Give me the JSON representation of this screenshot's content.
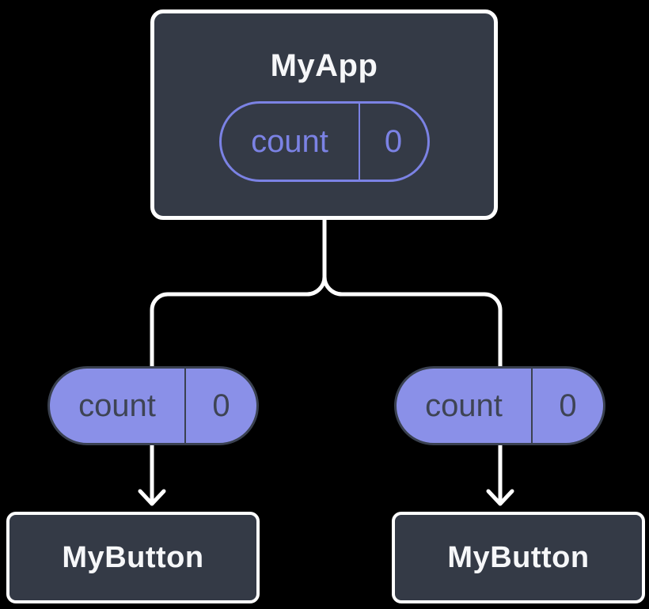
{
  "root": {
    "title": "MyApp",
    "state": {
      "name": "count",
      "value": "0"
    }
  },
  "children": [
    {
      "title": "MyButton",
      "state": {
        "name": "count",
        "value": "0"
      }
    },
    {
      "title": "MyButton",
      "state": {
        "name": "count",
        "value": "0"
      }
    }
  ],
  "colors": {
    "background": "#000000",
    "node_fill": "#343a46",
    "node_border": "#ffffff",
    "node_text": "#f6f7f9",
    "state_outline": "#7b82e4",
    "state_fill": "#8a90e8",
    "state_fill_text": "#3e4454",
    "connector": "#ffffff"
  }
}
